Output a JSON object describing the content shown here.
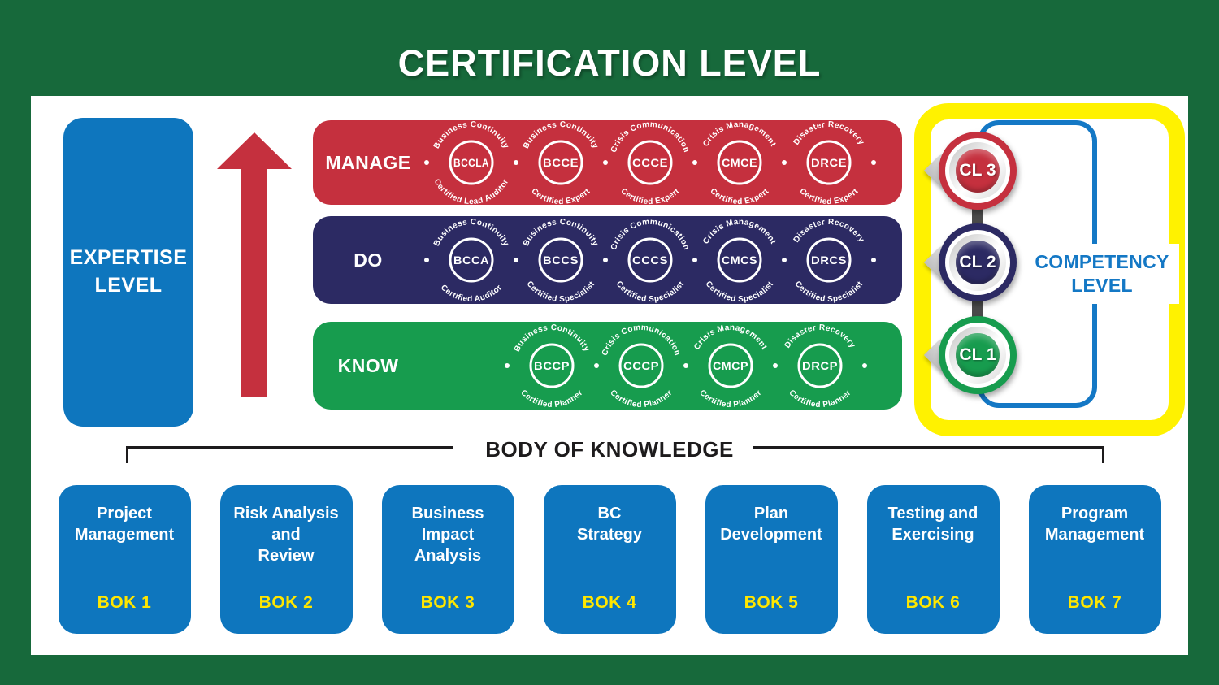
{
  "colors": {
    "page-green": "#17693B",
    "red": "#C5303E",
    "navy": "#2C2A63",
    "green": "#179C4E",
    "blue": "#0E76BE",
    "yellow": "#FFF200",
    "blue-accent": "#1478C5",
    "bok-yellow": "#FFE600",
    "ink": "#1D1B1C",
    "connector-gray": "#4A4A4A"
  },
  "title": "CERTIFICATION LEVEL",
  "expertise": {
    "label": [
      "EXPERTISE",
      "LEVEL"
    ]
  },
  "bands": {
    "manage": {
      "label": "MANAGE",
      "badges": [
        {
          "code": "BCCLA",
          "top": "Business Continuity",
          "bottom": "Certified Lead Auditor"
        },
        {
          "code": "BCCE",
          "top": "Business Continuity",
          "bottom": "Certified Expert"
        },
        {
          "code": "CCCE",
          "top": "Crisis Communication",
          "bottom": "Certified Expert"
        },
        {
          "code": "CMCE",
          "top": "Crisis Management",
          "bottom": "Certified Expert"
        },
        {
          "code": "DRCE",
          "top": "Disaster Recovery",
          "bottom": "Certified Expert"
        }
      ]
    },
    "do": {
      "label": "DO",
      "badges": [
        {
          "code": "BCCA",
          "top": "Business Continuity",
          "bottom": "Certified Auditor"
        },
        {
          "code": "BCCS",
          "top": "Business Continuity",
          "bottom": "Certified Specialist"
        },
        {
          "code": "CCCS",
          "top": "Crisis Communication",
          "bottom": "Certified Specialist"
        },
        {
          "code": "CMCS",
          "top": "Crisis Management",
          "bottom": "Certified Specialist"
        },
        {
          "code": "DRCS",
          "top": "Disaster Recovery",
          "bottom": "Certified Specialist"
        }
      ]
    },
    "know": {
      "label": "KNOW",
      "badges": [
        {
          "code": "BCCP",
          "top": "Business Continuity",
          "bottom": "Certified Planner"
        },
        {
          "code": "CCCP",
          "top": "Crisis Communication",
          "bottom": "Certified Planner"
        },
        {
          "code": "CMCP",
          "top": "Crisis Management",
          "bottom": "Certified Planner"
        },
        {
          "code": "DRCP",
          "top": "Disaster Recovery",
          "bottom": "Certified Planner"
        }
      ]
    }
  },
  "competency": {
    "label": [
      "COMPETENCY",
      "LEVEL"
    ],
    "levels": [
      {
        "code": "CL 3"
      },
      {
        "code": "CL 2"
      },
      {
        "code": "CL 1"
      }
    ]
  },
  "bok": {
    "heading": "BODY OF KNOWLEDGE",
    "boxes": [
      {
        "title": [
          "Project",
          "Management"
        ],
        "tag": "BOK 1"
      },
      {
        "title": [
          "Risk Analysis",
          "and",
          "Review"
        ],
        "tag": "BOK 2"
      },
      {
        "title": [
          "Business",
          "Impact",
          "Analysis"
        ],
        "tag": "BOK 3"
      },
      {
        "title": [
          "BC",
          "Strategy"
        ],
        "tag": "BOK 4"
      },
      {
        "title": [
          "Plan",
          "Development"
        ],
        "tag": "BOK 5"
      },
      {
        "title": [
          "Testing and",
          "Exercising"
        ],
        "tag": "BOK 6"
      },
      {
        "title": [
          "Program",
          "Management"
        ],
        "tag": "BOK 7"
      }
    ]
  }
}
